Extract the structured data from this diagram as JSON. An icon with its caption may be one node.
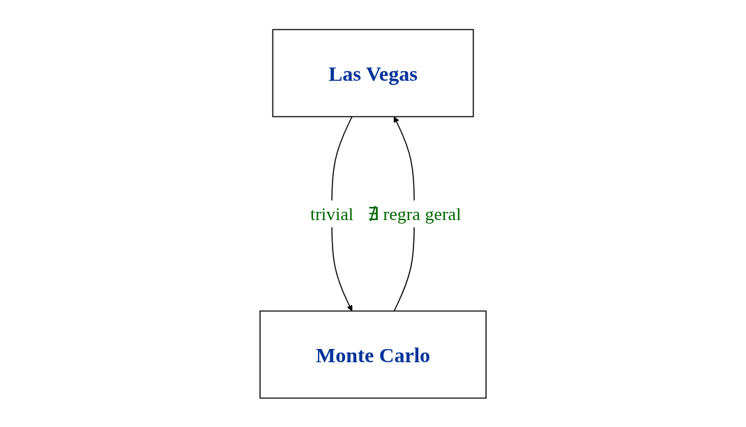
{
  "diagram": {
    "nodes": [
      {
        "text": [
          "Las Vegas"
        ]
      },
      {
        "text": [
          "Monte Carlo"
        ]
      }
    ],
    "edges": [
      {
        "from": 0,
        "to": 1,
        "arrow": "to",
        "label": "trivial"
      },
      {
        "from": 1,
        "to": 0,
        "arrow": "to",
        "label": "∄ regra geral"
      }
    ]
  }
}
